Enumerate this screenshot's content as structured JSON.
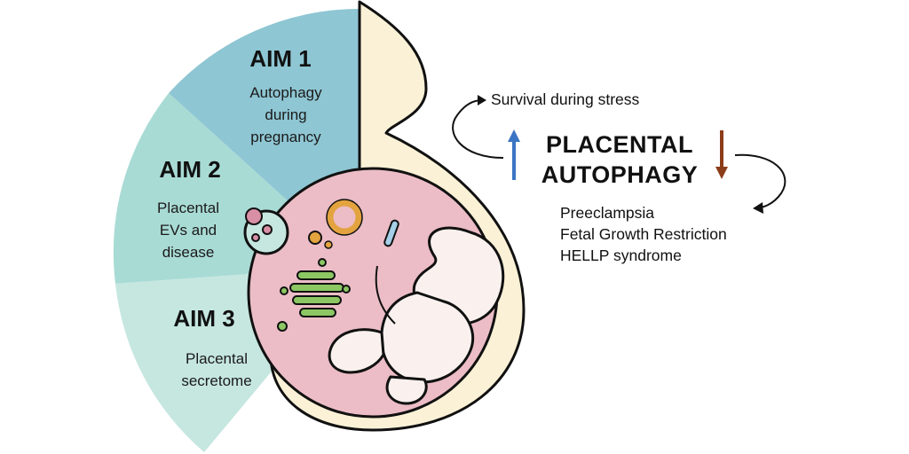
{
  "aims": [
    {
      "title": "AIM 1",
      "lines": [
        "Autophagy",
        "during",
        "pregnancy"
      ],
      "color": "#8ec6d3"
    },
    {
      "title": "AIM 2",
      "lines": [
        "Placental",
        "EVs and",
        "disease"
      ],
      "color": "#a9dbd5"
    },
    {
      "title": "AIM 3",
      "lines": [
        "Placental",
        "secretome"
      ],
      "color": "#c6e7e0"
    }
  ],
  "headline": {
    "line1": "PLACENTAL",
    "line2": "AUTOPHAGY"
  },
  "up_effect": "Survival during stress",
  "down_effects": [
    "Preeclampsia",
    "Fetal Growth Restriction",
    "HELLP syndrome"
  ],
  "colors": {
    "up_arrow": "#3b74c4",
    "down_arrow": "#8b3d1a",
    "uterus_fill": "#fbf1d6",
    "cell_fill": "#ecbdc6",
    "fetus_fill": "#faf1ee",
    "organelle_green": "#8cc763",
    "organelle_orange": "#e3a33f"
  }
}
